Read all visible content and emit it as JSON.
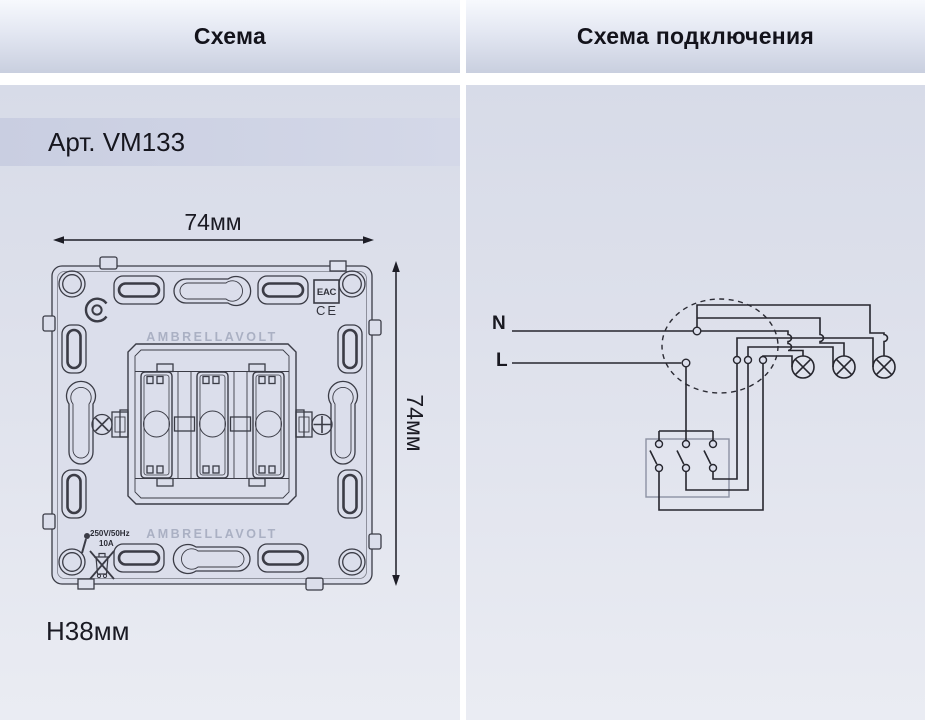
{
  "header": {
    "left_tab": "Схема",
    "right_tab": "Схема подключения"
  },
  "left_panel": {
    "article_label": "Арт. VM133",
    "width_dim": "74мм",
    "height_dim": "74мм",
    "depth_dim": "H38мм",
    "brand": "AMBRELLAVOLT",
    "cert_eac": "EAC",
    "cert_ce": "CE",
    "rating_voltage": "250V/50Hz",
    "rating_current": "10A"
  },
  "right_panel": {
    "neutral_label": "N",
    "line_label": "L",
    "lamp_count": 3,
    "switch_count": 3
  },
  "icons": {
    "lamp": "lamp-icon (circle with X)",
    "junction": "junction-box-dashed-ellipse",
    "switch_box": "three-gang-switch-box",
    "weee": "crossed-out-bin-icon",
    "flame": "match-icon",
    "screws": "side-screw-icons"
  },
  "colors": {
    "page_bg": "#ffffff",
    "panel_top": "#d7dbe8",
    "panel_bottom": "#eaecf3",
    "header_top": "#f7f9fd",
    "header_bottom": "#c9cfdf",
    "band": "#c9cee1",
    "line_color": "#26262e",
    "drawing_color": "#3b3c46",
    "text_color": "#15151d",
    "brand_gray": "#aab0c3"
  }
}
